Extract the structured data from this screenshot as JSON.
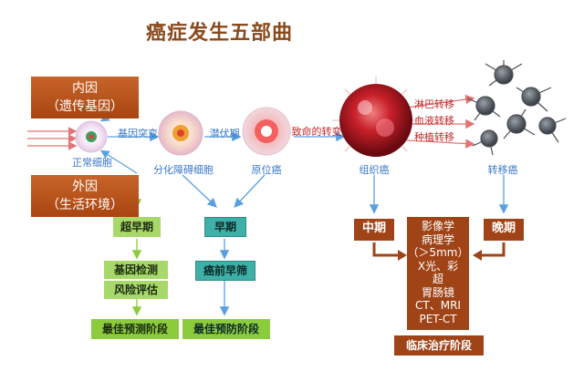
{
  "title": "癌症发生五部曲",
  "causes": {
    "internal_line1": "内因",
    "internal_line2": "（遗传基因）",
    "external_line1": "外因",
    "external_line2": "（生活环境）"
  },
  "stages": {
    "normal": "正常细胞",
    "mutation": "基因突变",
    "dysplasia": "分化障碍细胞",
    "latency": "潜伏期",
    "in_situ": "原位癌",
    "fatal_change": "致命的转变",
    "tissue": "组织癌",
    "metastatic": "转移癌"
  },
  "spread": [
    "淋巴转移",
    "血液转移",
    "种植转移"
  ],
  "phases": {
    "super_early": "超早期",
    "early": "早期",
    "mid": "中期",
    "late": "晚期"
  },
  "early_actions": {
    "gene_test": "基因检测",
    "risk_eval": "风险评估",
    "best_predict": "最佳预测阶段",
    "precancer_screen": "癌前早筛",
    "best_prevent": "最佳预防阶段"
  },
  "clinical": {
    "methods": [
      "影像学",
      "病理学",
      "（＞5mm）",
      "X光、彩",
      "超",
      "胃肠镜",
      "CT、MRI",
      "PET-CT"
    ],
    "stage": "临床治疗阶段"
  },
  "colors": {
    "title": "#8a4a1c",
    "cause": "#c85a1a",
    "clinical": "#a04418",
    "green": "#8ccc3c",
    "teal": "#3fb0a8",
    "arrow_blue": "#5aa0e0",
    "arrow_red": "#e57373"
  }
}
